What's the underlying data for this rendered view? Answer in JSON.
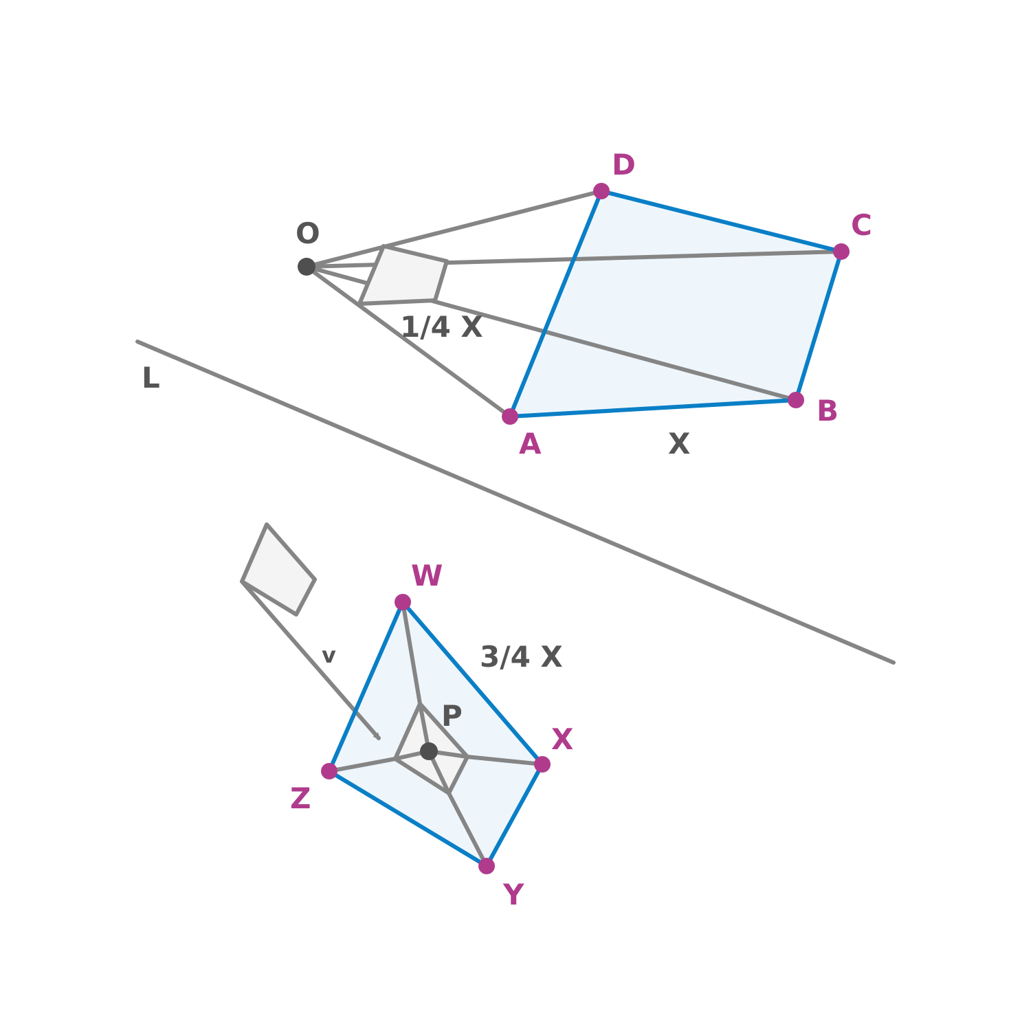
{
  "diagram": {
    "top": {
      "center_label": "O",
      "ratio_label": "1/4 X",
      "side_label": "X",
      "vertices": {
        "A": "A",
        "B": "B",
        "C": "C",
        "D": "D"
      }
    },
    "line_label": "L",
    "bottom": {
      "vector_label": "v",
      "ratio_label": "3/4 X",
      "center_label": "P",
      "vertices": {
        "W": "W",
        "X": "X",
        "Y": "Y",
        "Z": "Z"
      }
    }
  },
  "colors": {
    "vertex": "#b03b8c",
    "edge_blue": "#0a7fc6",
    "edge_gray": "#858585",
    "fill_blue": "#eef6fc",
    "fill_gray": "#f4f4f4",
    "label_dark": "#555555"
  }
}
